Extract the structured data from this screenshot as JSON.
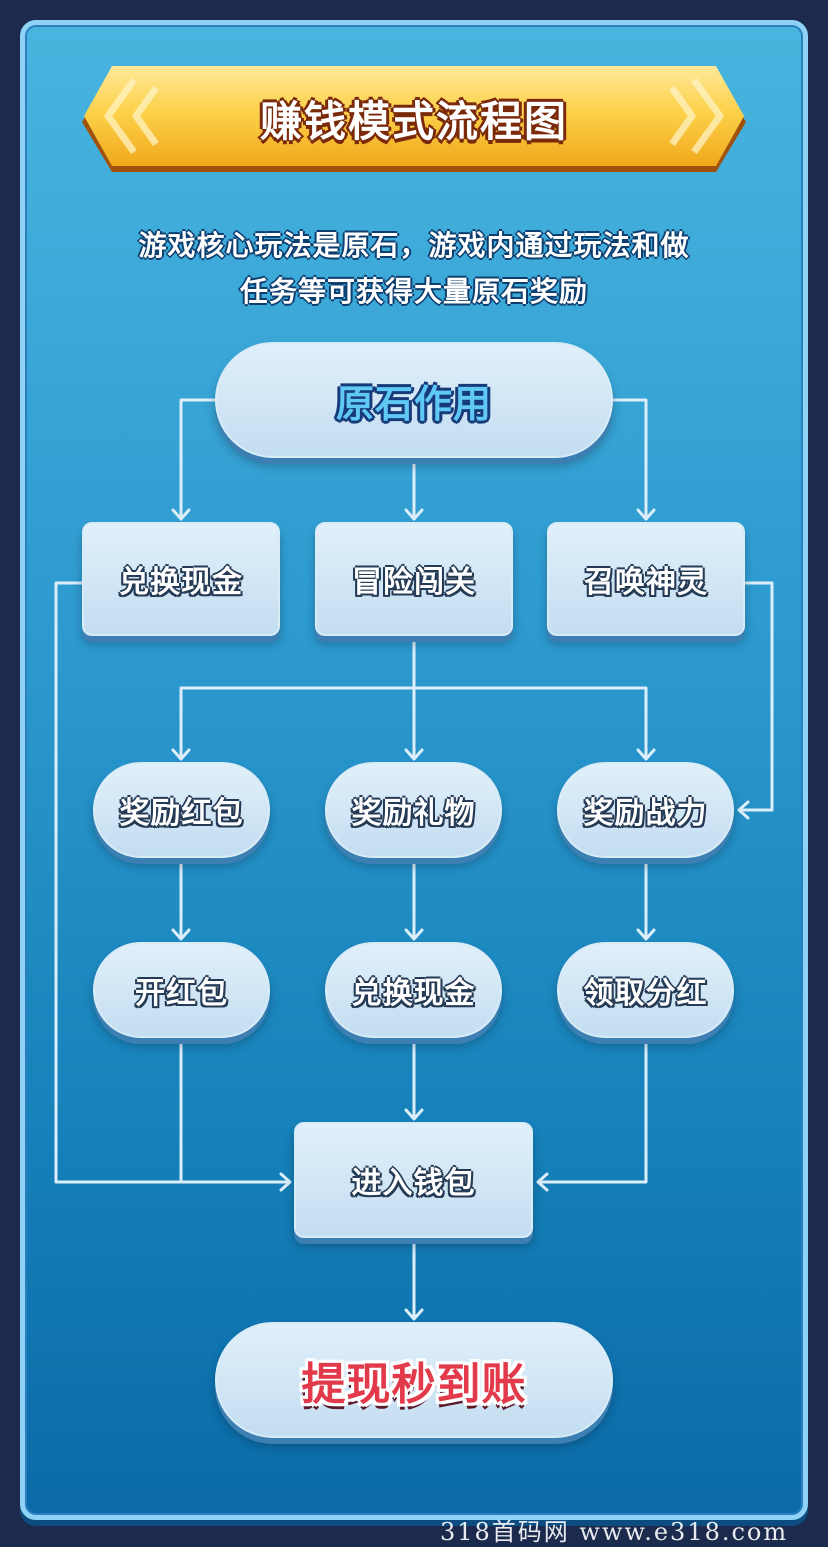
{
  "title": "赚钱模式流程图",
  "intro": {
    "line1": "游戏核心玩法是原石，游戏内通过玩法和做",
    "line2": "任务等可获得大量原石奖励"
  },
  "flow": {
    "root": "原石作用",
    "level1": [
      "兑换现金",
      "冒险闯关",
      "召唤神灵"
    ],
    "rewards": [
      "奖励红包",
      "奖励礼物",
      "奖励战力"
    ],
    "actions": [
      "开红包",
      "兑换现金",
      "领取分红"
    ],
    "wallet": "进入钱包",
    "final": "提现秒到账"
  },
  "colors": {
    "background": "#1b2a4d",
    "panel_top": "#48b5df",
    "panel_bottom": "#0b6aa7",
    "node_fill": "#c3ddf1",
    "connector": "#dceefa",
    "root_text": "#5fc8f4",
    "final_text": "#e23a4a",
    "banner": "#f6c233"
  },
  "watermark": {
    "text": "318首码网  www.e318.com"
  }
}
